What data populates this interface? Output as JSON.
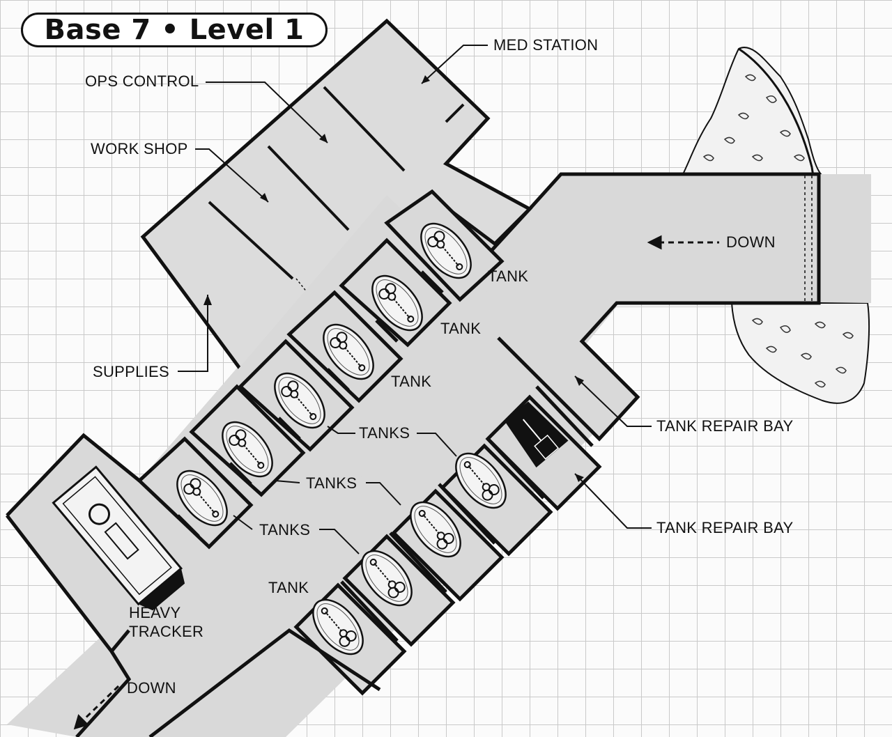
{
  "title": "Base 7 • Level 1",
  "rooms": {
    "med_station": "MED STATION",
    "ops_control": "OPS CONTROL",
    "work_shop": "WORK SHOP",
    "supplies": "SUPPLIES"
  },
  "exits": {
    "east_down": "DOWN",
    "southwest_down": "DOWN"
  },
  "vehicles": {
    "tank_1": "TANK",
    "tank_2": "TANK",
    "tank_3": "TANK",
    "tanks_1": "TANKS",
    "tanks_2": "TANKS",
    "tanks_3": "TANKS",
    "tank_4": "TANK",
    "heavy_tracker_line1": "HEAVY",
    "heavy_tracker_line2": "TRACKER"
  },
  "repair_bays": {
    "bay_1": "TANK REPAIR BAY",
    "bay_2": "TANK REPAIR BAY"
  },
  "colors": {
    "floor": "#d9d9d9",
    "wall": "#111111",
    "grid": "#c9c9c9",
    "paper": "#fbfbfb"
  }
}
